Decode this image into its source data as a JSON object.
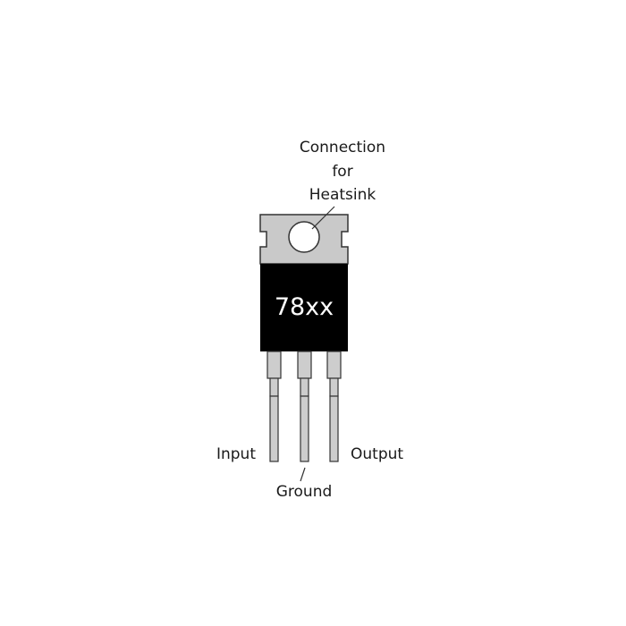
{
  "diagram": {
    "part_number": "78xx",
    "labels": {
      "heatsink_line1": "Connection",
      "heatsink_line2": "for",
      "heatsink_line3": "Heatsink",
      "input": "Input",
      "ground": "Ground",
      "output": "Output"
    },
    "colors": {
      "tab": "#c9c9c9",
      "body": "#000000",
      "leads": "#cdcdcd",
      "outline": "#333333",
      "text": "#1a1a1a"
    }
  }
}
